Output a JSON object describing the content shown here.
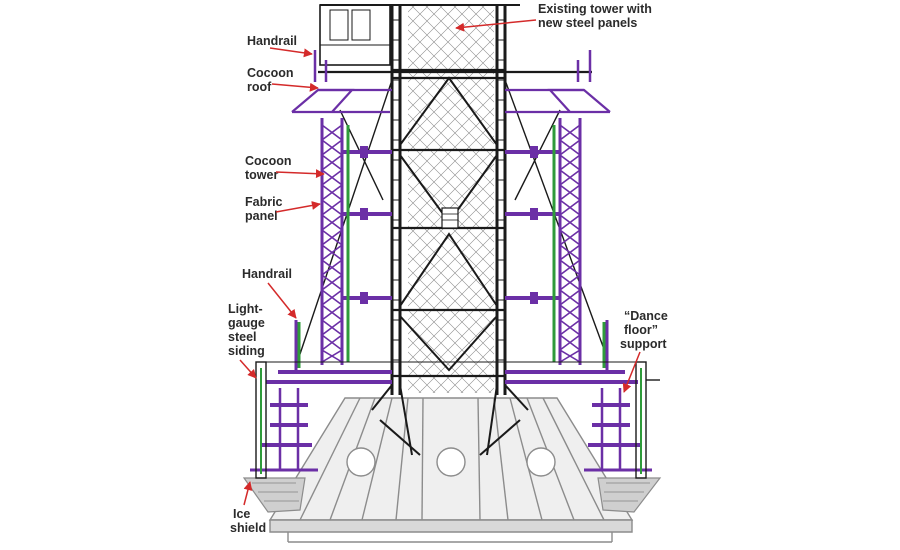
{
  "colors": {
    "background": "#ffffff",
    "existing_tower": "#1a1a1a",
    "cocoon_structure": "#6b2fa6",
    "fabric_panel": "#2e9b3a",
    "pier_base": "#8c8c8c",
    "callout_arrow": "#d42a2a",
    "label_text": "#2b2b2b"
  },
  "labels": {
    "existing_tower": [
      "Existing tower with",
      "new steel panels"
    ],
    "handrail_top": [
      "Handrail"
    ],
    "cocoon_roof": [
      "Cocoon",
      "roof"
    ],
    "cocoon_tower": [
      "Cocoon",
      "tower"
    ],
    "fabric_panel": [
      "Fabric",
      "panel"
    ],
    "handrail_mid": [
      "Handrail"
    ],
    "light_gauge_siding": [
      "Light-",
      "gauge",
      "steel",
      "siding"
    ],
    "dance_floor_support": [
      "“Dance",
      "floor”",
      "support"
    ],
    "ice_shield": [
      "Ice",
      "shield"
    ]
  }
}
